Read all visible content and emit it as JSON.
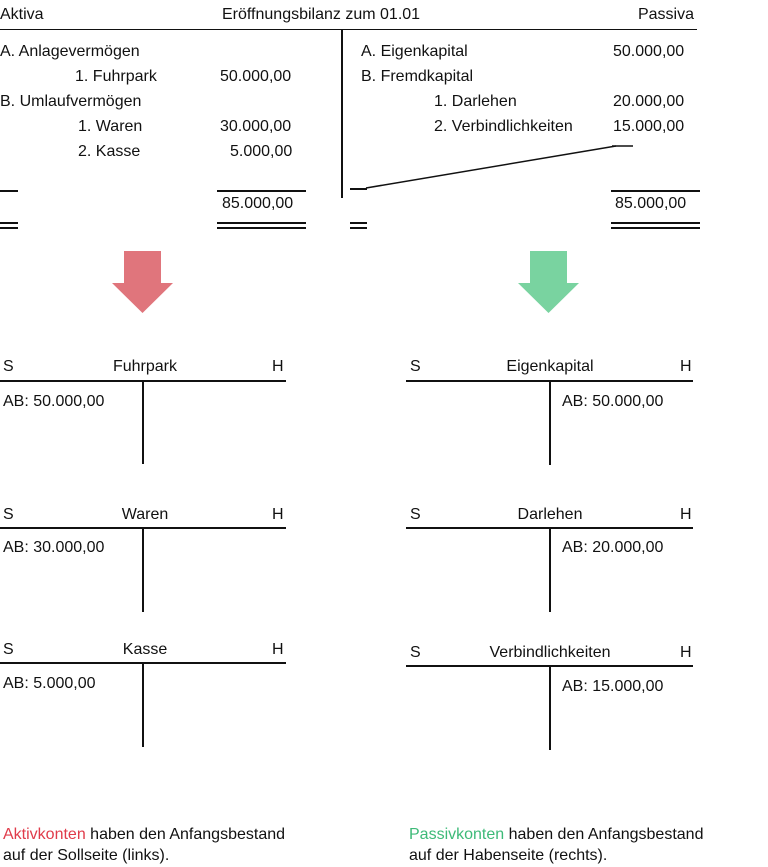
{
  "balance": {
    "left_header": "Aktiva",
    "title": "Eröffnungsbilanz zum 01.01",
    "right_header": "Passiva",
    "left": {
      "a_heading": "A. Anlagevermögen",
      "fuhrpark_label": "1. Fuhrpark",
      "fuhrpark_value": "50.000,00",
      "b_heading": "B. Umlaufvermögen",
      "waren_label": "1. Waren",
      "waren_value": "30.000,00",
      "kasse_label": "2. Kasse",
      "kasse_value": "5.000,00",
      "total": "85.000,00"
    },
    "right": {
      "a_heading": "A. Eigenkapital",
      "eigenkapital_value": "50.000,00",
      "b_heading": "B. Fremdkapital",
      "darlehen_label": "1. Darlehen",
      "darlehen_value": "20.000,00",
      "verb_label": "2. Verbindlichkeiten",
      "verb_value": "15.000,00",
      "total": "85.000,00"
    }
  },
  "colors": {
    "aktiv_red": "#e03b4a",
    "aktiv_arrow": "#e0757c",
    "passiv_green": "#3dba78",
    "passiv_arrow": "#79d3a0"
  },
  "icons": {
    "left_arrow": "arrow-down-icon",
    "right_arrow": "arrow-down-icon"
  },
  "t_accounts": {
    "fuhrpark": {
      "s": "S",
      "title": "Fuhrpark",
      "h": "H",
      "entry": "AB: 50.000,00"
    },
    "waren": {
      "s": "S",
      "title": "Waren",
      "h": "H",
      "entry": "AB: 30.000,00"
    },
    "kasse": {
      "s": "S",
      "title": "Kasse",
      "h": "H",
      "entry": "AB: 5.000,00"
    },
    "eigenkapital": {
      "s": "S",
      "title": "Eigenkapital",
      "h": "H",
      "entry": "AB: 50.000,00"
    },
    "darlehen": {
      "s": "S",
      "title": "Darlehen",
      "h": "H",
      "entry": "AB: 20.000,00"
    },
    "verbindlichkeiten": {
      "s": "S",
      "title": "Verbindlichkeiten",
      "h": "H",
      "entry": "AB: 15.000,00"
    }
  },
  "notes": {
    "left_keyword": "Aktivkonten",
    "left_rest1": " haben den Anfangsbestand",
    "left_line2": "auf der Sollseite (links).",
    "right_keyword": "Passivkonten",
    "right_rest1": " haben den Anfangsbestand",
    "right_line2": "auf der Habenseite (rechts)."
  }
}
